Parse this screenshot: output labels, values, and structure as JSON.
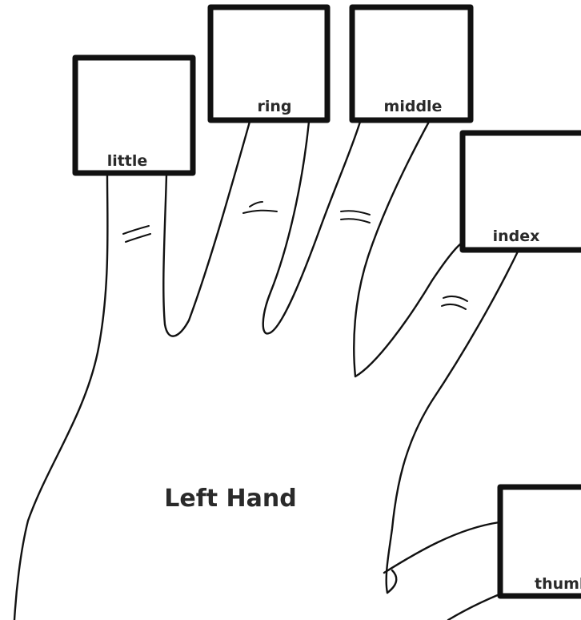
{
  "diagram": {
    "title": "Left Hand",
    "fingers": {
      "little": "little",
      "ring": "ring",
      "middle": "middle",
      "index": "index",
      "thumb": "thumb"
    }
  }
}
